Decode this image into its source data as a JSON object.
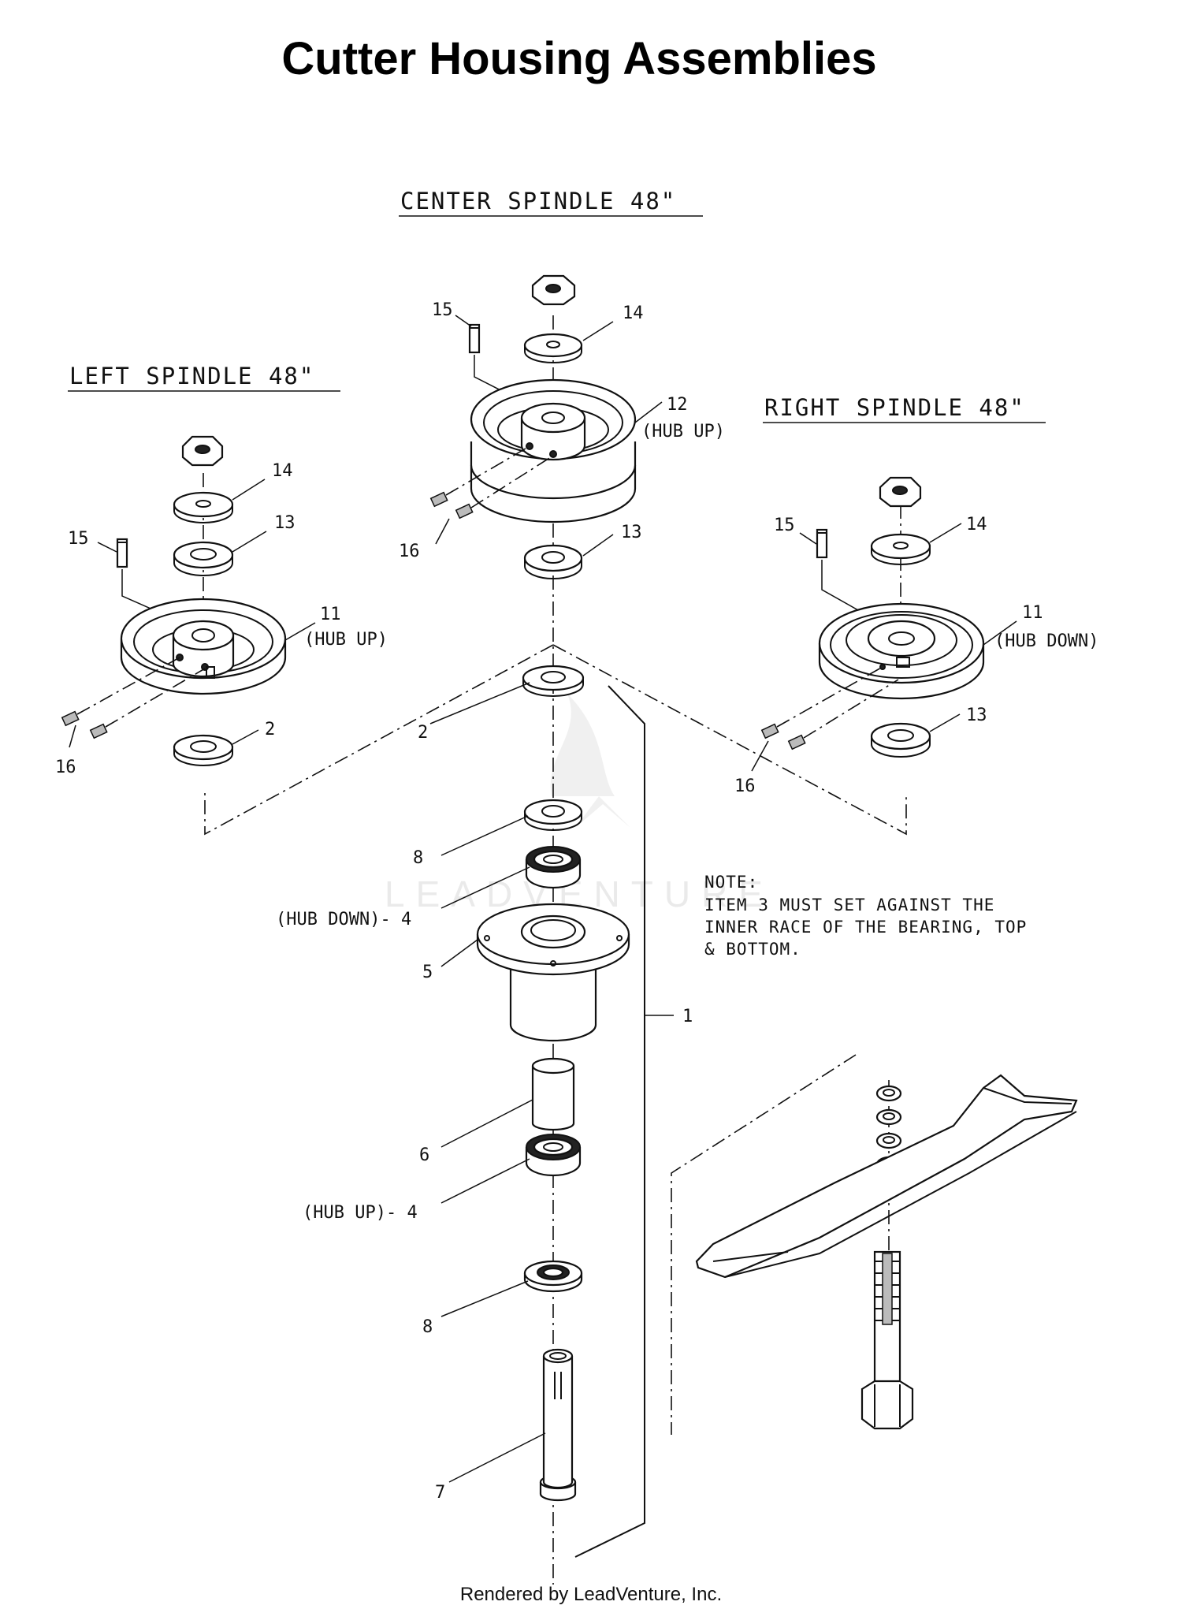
{
  "title": "Cutter Housing Assemblies",
  "sections": {
    "center": "CENTER SPINDLE 48\"",
    "left": "LEFT SPINDLE 48\"",
    "right": "RIGHT SPINDLE 48\""
  },
  "callouts": {
    "c15": "15",
    "c14": "14",
    "c12": "12",
    "c12_note": "(HUB UP)",
    "c16": "16",
    "c13": "13",
    "c2": "2",
    "c8_top": "8",
    "c4_top": "(HUB DOWN)- 4",
    "c5": "5",
    "c1": "1",
    "c6": "6",
    "c4_bottom": "(HUB UP)- 4",
    "c8_bottom": "8",
    "c7": "7",
    "l14": "14",
    "l13": "13",
    "l15": "15",
    "l11": "11",
    "l11_note": "(HUB UP)",
    "l2": "2",
    "l16": "16",
    "r15": "15",
    "r14": "14",
    "r11": "11",
    "r11_note": "(HUB DOWN)",
    "r13": "13",
    "r16": "16"
  },
  "note": {
    "heading": "NOTE:",
    "line1": "ITEM 3 MUST SET AGAINST THE",
    "line2": "INNER RACE OF THE BEARING, TOP",
    "line3": "& BOTTOM."
  },
  "watermark": "LEADVENTURE",
  "footer": "Rendered by LeadVenture, Inc."
}
